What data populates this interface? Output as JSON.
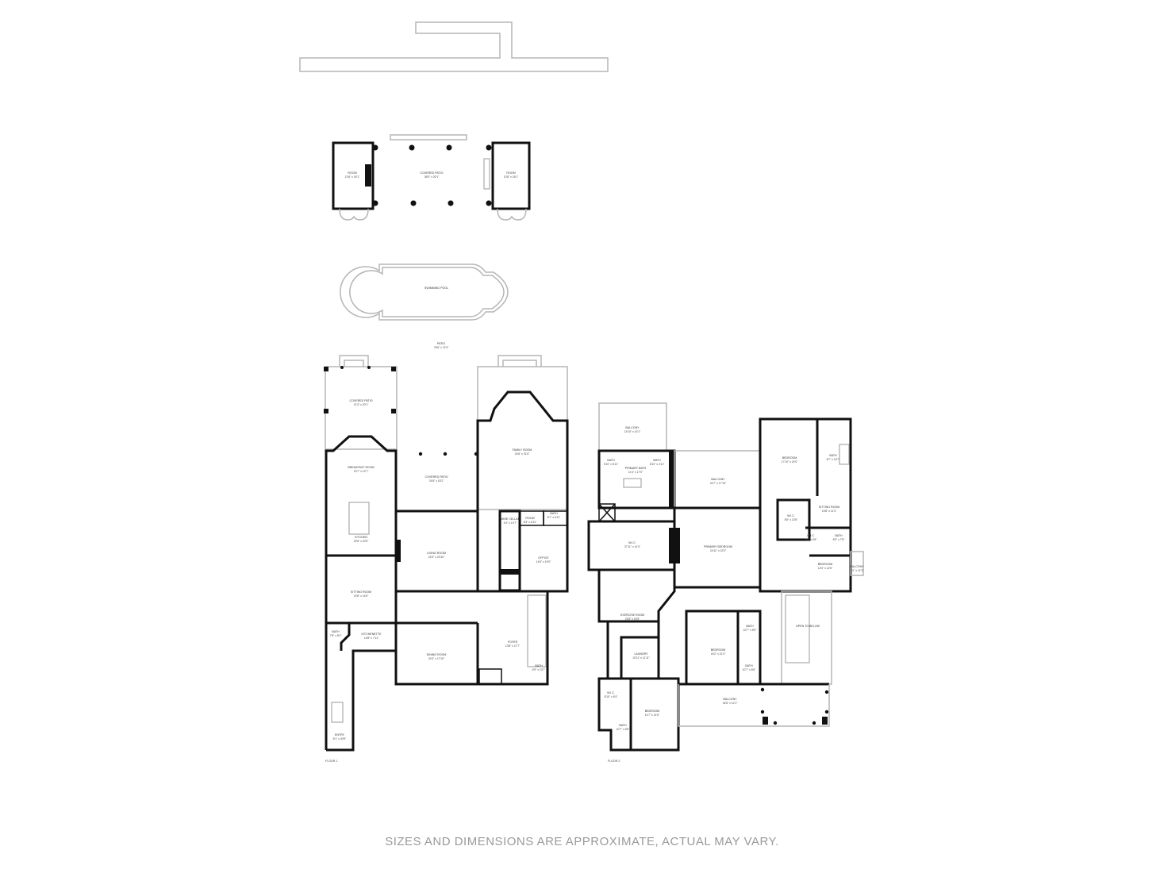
{
  "outbuilding": {
    "room_left": {
      "name": "ROOM",
      "dim": "13'6\" x 18'1\""
    },
    "covered_patio": {
      "name": "COVERED PATIO",
      "dim": "36'0\" x 20'1\""
    },
    "room_right": {
      "name": "ROOM",
      "dim": "10'8\" x 18'1\""
    },
    "pool": {
      "name": "SWIMMING POOL"
    }
  },
  "floor1": {
    "label": "FLOOR 1",
    "rooms": [
      {
        "name": "PATIO",
        "dim": "78'6\" x 74'3\""
      },
      {
        "name": "COVERED PATIO",
        "dim": "21'3\" x 20'1\""
      },
      {
        "name": "BREAKFAST ROOM",
        "dim": "20'7\" x 13'7\""
      },
      {
        "name": "COVERED PATIO",
        "dim": "24'8\" x 18'2\""
      },
      {
        "name": "FAMILY ROOM",
        "dim": "24'8\" x 31'6\""
      },
      {
        "name": "KITCHEN",
        "dim": "20'8\" x 20'9\""
      },
      {
        "name": "LIVING ROOM",
        "dim": "24'3\" x 23'10\""
      },
      {
        "name": "ROOM",
        "dim": "6'3\" x 6'11\""
      },
      {
        "name": "BATH",
        "dim": "5'7\" x 6'11\""
      },
      {
        "name": "WINE CELLAR",
        "dim": "4'4\" x 10'7\""
      },
      {
        "name": "OFFICE",
        "dim": "14'0\" x 19'0\""
      },
      {
        "name": "SITTING ROOM",
        "dim": "20'8\" x 14'6\""
      },
      {
        "name": "BATH",
        "dim": "7'8\" x 8'4\""
      },
      {
        "name": "KITCHENETTE",
        "dim": "14'8\" x 7'11\""
      },
      {
        "name": "DINING ROOM",
        "dim": "24'4\" x 17'10\""
      },
      {
        "name": "FOYER",
        "dim": "13'8\" x 27'7\""
      },
      {
        "name": "BATH",
        "dim": "6'9\" x 10'7\""
      },
      {
        "name": "ENTRY",
        "dim": "8'1\" x 30'9\""
      }
    ]
  },
  "floor2": {
    "label": "FLOOR 2",
    "rooms": [
      {
        "name": "BALCONY",
        "dim": "14'10\" x 14'1\""
      },
      {
        "name": "BATH",
        "dim": "5'10\" x 8'11\""
      },
      {
        "name": "PRIMARY BATH",
        "dim": "11'4\" x 17'0\""
      },
      {
        "name": "BATH",
        "dim": "8'10\" x 4'11\""
      },
      {
        "name": "BALCONY",
        "dim": "24'7\" x 17'10\""
      },
      {
        "name": "BEDROOM",
        "dim": "17'10\" x 24'0\""
      },
      {
        "name": "BATH",
        "dim": "8'7\" x 16'7\""
      },
      {
        "name": "SITTING ROOM",
        "dim": "10'8\" x 11'3\""
      },
      {
        "name": "W.I.C.",
        "dim": "8'5\" x 13'6\""
      },
      {
        "name": "W.I.C.",
        "dim": "37'11\" x 14'3\""
      },
      {
        "name": "PRIMARY BEDROOM",
        "dim": "24'11\" x 22'3\""
      },
      {
        "name": "W.I.C.",
        "dim": "4'8\" x 5'8\""
      },
      {
        "name": "BATH",
        "dim": "8'3\" x 7'8\""
      },
      {
        "name": "BEDROOM",
        "dim": "14'0\" x 12'6\""
      },
      {
        "name": "BALCONY",
        "dim": "4'2\" x 11'3\""
      },
      {
        "name": "EXERCISE ROOM",
        "dim": "23'8\" x 15'5\""
      },
      {
        "name": "OPEN TO BELOW",
        "dim": ""
      },
      {
        "name": "BATH",
        "dim": "10'7\" x 5'9\""
      },
      {
        "name": "LAUNDRY",
        "dim": "10'11\" x 11'11\""
      },
      {
        "name": "BEDROOM",
        "dim": "18'2\" x 21'4\""
      },
      {
        "name": "BATH",
        "dim": "10'7\" x 8'6\""
      },
      {
        "name": "W.I.C.",
        "dim": "8'10\" x 8'4\""
      },
      {
        "name": "BALCONY",
        "dim": "44'6\" x 12'1\""
      },
      {
        "name": "BEDROOM",
        "dim": "14'7\" x 21'6\""
      },
      {
        "name": "BATH",
        "dim": "10'7\" x 8'6\""
      }
    ]
  },
  "disclaimer": "SIZES AND DIMENSIONS ARE APPROXIMATE, ACTUAL MAY VARY."
}
